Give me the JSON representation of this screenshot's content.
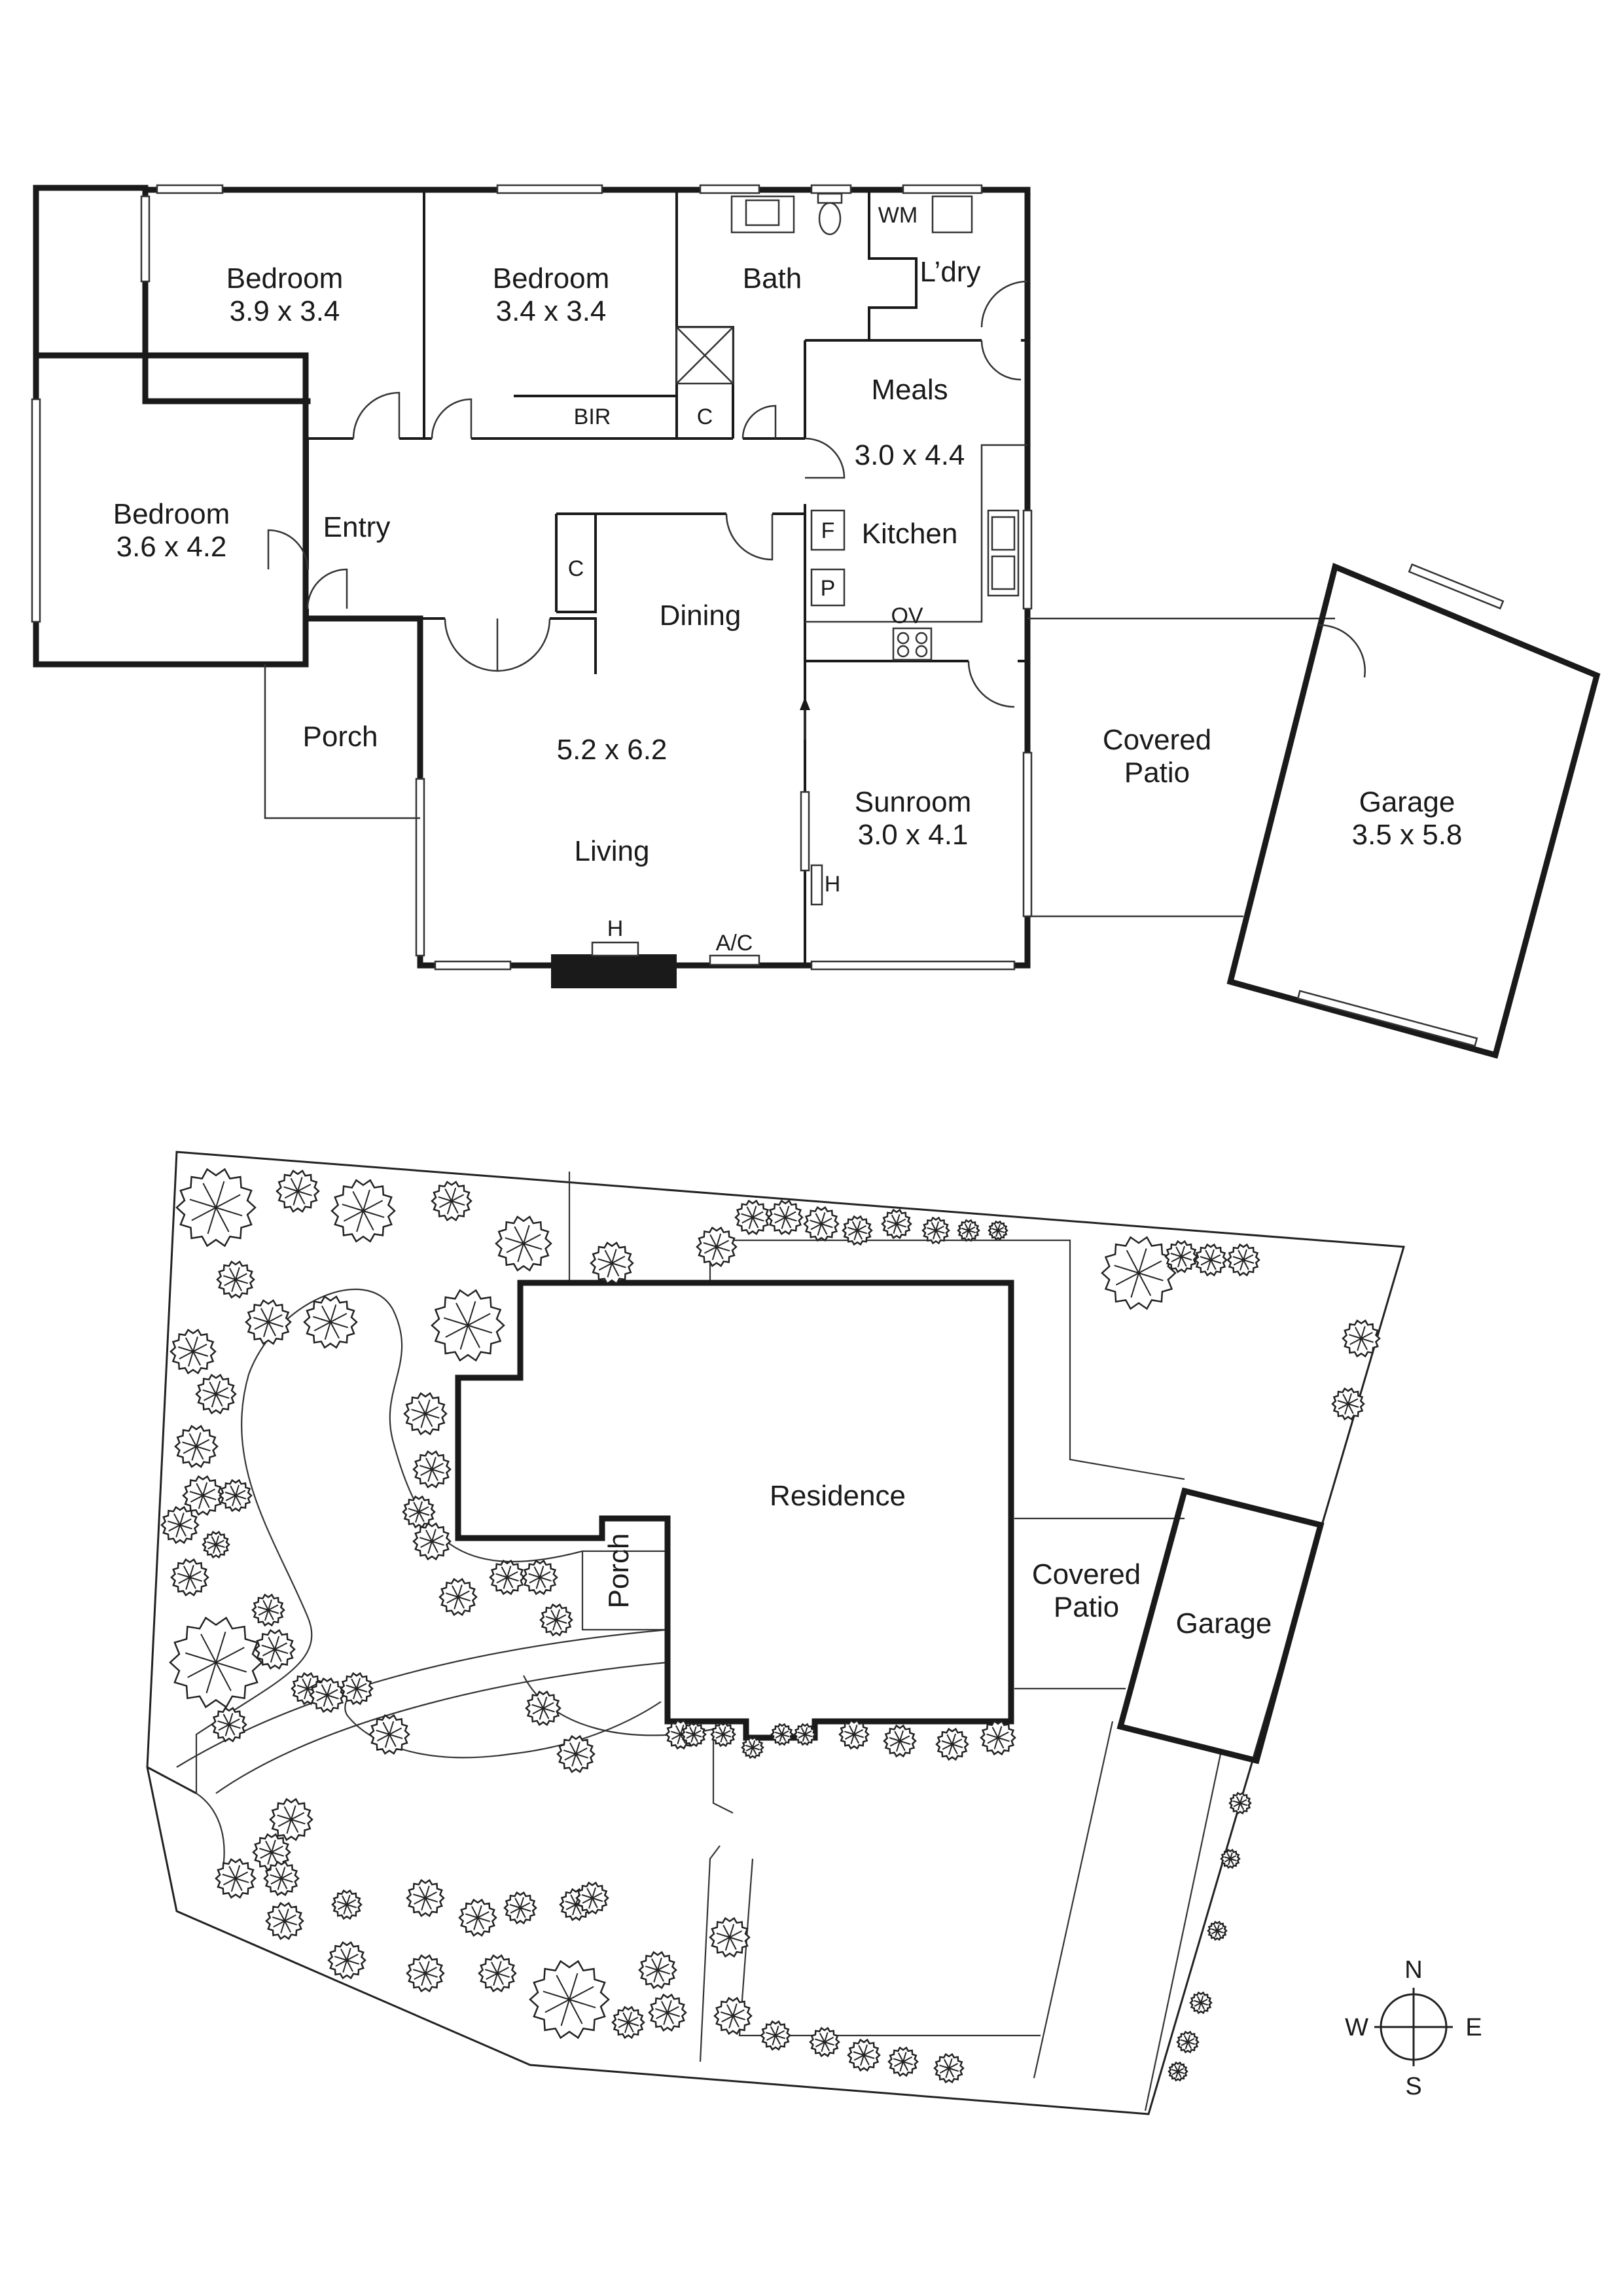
{
  "floor_plan": {
    "rooms": {
      "bedroom1": {
        "name": "Bedroom",
        "dims": "3.9 x 3.4"
      },
      "bedroom2": {
        "name": "Bedroom",
        "dims": "3.4 x 3.4"
      },
      "bedroom3": {
        "name": "Bedroom",
        "dims": "3.6 x 4.2"
      },
      "bath": {
        "name": "Bath"
      },
      "wm": {
        "name": "WM"
      },
      "laundry": {
        "name": "L’dry"
      },
      "meals": {
        "name": "Meals",
        "dims": "3.0 x 4.4"
      },
      "kitchen": {
        "name": "Kitchen"
      },
      "fridge": {
        "name": "F"
      },
      "pantry": {
        "name": "P"
      },
      "oven": {
        "name": "OV"
      },
      "bir": {
        "name": "BIR"
      },
      "cupboard1": {
        "name": "C"
      },
      "cupboard2": {
        "name": "C"
      },
      "entry": {
        "name": "Entry"
      },
      "dining": {
        "name": "Dining"
      },
      "porch": {
        "name": "Porch"
      },
      "living": {
        "name": "Living",
        "dims": "5.2 x 6.2"
      },
      "heater_living": {
        "name": "H"
      },
      "ac": {
        "name": "A/C"
      },
      "sunroom": {
        "name": "Sunroom",
        "dims": "3.0 x 4.1"
      },
      "heater_sunroom": {
        "name": "H"
      },
      "covered_patio": {
        "line1": "Covered",
        "line2": "Patio"
      },
      "garage": {
        "name": "Garage",
        "dims": "3.5 x 5.8"
      }
    }
  },
  "site_plan": {
    "residence": "Residence",
    "porch": "Porch",
    "covered_patio": {
      "line1": "Covered",
      "line2": "Patio"
    },
    "garage": "Garage"
  },
  "compass": {
    "n": "N",
    "s": "S",
    "e": "E",
    "w": "W"
  },
  "icons": [
    "tree-icon",
    "compass-icon",
    "door-swing-icon",
    "window-icon",
    "stove-icon",
    "sink-icon",
    "toilet-icon"
  ]
}
